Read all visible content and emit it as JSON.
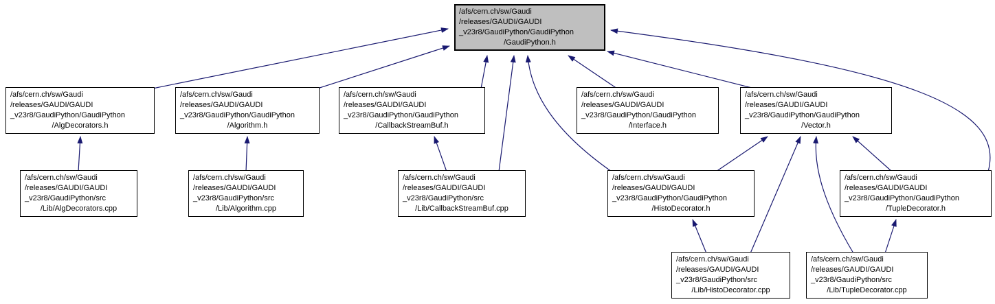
{
  "diagram": {
    "title": "include dependency graph for GaudiPython.h",
    "type": "doxygen-included-by-graph",
    "colors": {
      "edge": "#191970",
      "highlight_node_fill": "#bfbfbf",
      "node_fill": "#ffffff",
      "node_border": "#000000",
      "text": "#000000",
      "background": "#ffffff"
    },
    "nodes": {
      "gaudipython_h": {
        "path_prefix": "/afs/cern.ch/sw/Gaudi\n/releases/GAUDI/GAUDI\n_v23r8/GaudiPython/GaudiPython",
        "file": "/GaudiPython.h",
        "highlighted": true
      },
      "algdecorators_h": {
        "path_prefix": "/afs/cern.ch/sw/Gaudi\n/releases/GAUDI/GAUDI\n_v23r8/GaudiPython/GaudiPython",
        "file": "/AlgDecorators.h",
        "highlighted": false
      },
      "algorithm_h": {
        "path_prefix": "/afs/cern.ch/sw/Gaudi\n/releases/GAUDI/GAUDI\n_v23r8/GaudiPython/GaudiPython",
        "file": "/Algorithm.h",
        "highlighted": false
      },
      "callbackstreambuf_h": {
        "path_prefix": "/afs/cern.ch/sw/Gaudi\n/releases/GAUDI/GAUDI\n_v23r8/GaudiPython/GaudiPython",
        "file": "/CallbackStreamBuf.h",
        "highlighted": false
      },
      "interface_h": {
        "path_prefix": "/afs/cern.ch/sw/Gaudi\n/releases/GAUDI/GAUDI\n_v23r8/GaudiPython/GaudiPython",
        "file": "/Interface.h",
        "highlighted": false
      },
      "vector_h": {
        "path_prefix": "/afs/cern.ch/sw/Gaudi\n/releases/GAUDI/GAUDI\n_v23r8/GaudiPython/GaudiPython",
        "file": "/Vector.h",
        "highlighted": false
      },
      "algdecorators_cpp": {
        "path_prefix": "/afs/cern.ch/sw/Gaudi\n/releases/GAUDI/GAUDI\n_v23r8/GaudiPython/src",
        "file": "/Lib/AlgDecorators.cpp",
        "highlighted": false
      },
      "algorithm_cpp": {
        "path_prefix": "/afs/cern.ch/sw/Gaudi\n/releases/GAUDI/GAUDI\n_v23r8/GaudiPython/src",
        "file": "/Lib/Algorithm.cpp",
        "highlighted": false
      },
      "callbackstreambuf_cpp": {
        "path_prefix": "/afs/cern.ch/sw/Gaudi\n/releases/GAUDI/GAUDI\n_v23r8/GaudiPython/src",
        "file": "/Lib/CallbackStreamBuf.cpp",
        "highlighted": false
      },
      "histodecorator_h": {
        "path_prefix": "/afs/cern.ch/sw/Gaudi\n/releases/GAUDI/GAUDI\n_v23r8/GaudiPython/GaudiPython",
        "file": "/HistoDecorator.h",
        "highlighted": false
      },
      "tupledecorator_h": {
        "path_prefix": "/afs/cern.ch/sw/Gaudi\n/releases/GAUDI/GAUDI\n_v23r8/GaudiPython/GaudiPython",
        "file": "/TupleDecorator.h",
        "highlighted": false
      },
      "histodecorator_cpp": {
        "path_prefix": "/afs/cern.ch/sw/Gaudi\n/releases/GAUDI/GAUDI\n_v23r8/GaudiPython/src",
        "file": "/Lib/HistoDecorator.cpp",
        "highlighted": false
      },
      "tupledecorator_cpp": {
        "path_prefix": "/afs/cern.ch/sw/Gaudi\n/releases/GAUDI/GAUDI\n_v23r8/GaudiPython/src",
        "file": "/Lib/TupleDecorator.cpp",
        "highlighted": false
      }
    },
    "edges": [
      {
        "from": "algdecorators_h",
        "to": "gaudipython_h"
      },
      {
        "from": "algorithm_h",
        "to": "gaudipython_h"
      },
      {
        "from": "callbackstreambuf_h",
        "to": "gaudipython_h"
      },
      {
        "from": "interface_h",
        "to": "gaudipython_h"
      },
      {
        "from": "vector_h",
        "to": "gaudipython_h"
      },
      {
        "from": "callbackstreambuf_cpp",
        "to": "gaudipython_h"
      },
      {
        "from": "histodecorator_h",
        "to": "gaudipython_h"
      },
      {
        "from": "tupledecorator_h",
        "to": "gaudipython_h"
      },
      {
        "from": "algdecorators_cpp",
        "to": "algdecorators_h"
      },
      {
        "from": "algorithm_cpp",
        "to": "algorithm_h"
      },
      {
        "from": "callbackstreambuf_cpp",
        "to": "callbackstreambuf_h"
      },
      {
        "from": "histodecorator_h",
        "to": "vector_h"
      },
      {
        "from": "tupledecorator_h",
        "to": "vector_h"
      },
      {
        "from": "histodecorator_cpp",
        "to": "histodecorator_h"
      },
      {
        "from": "histodecorator_cpp",
        "to": "vector_h"
      },
      {
        "from": "tupledecorator_cpp",
        "to": "tupledecorator_h"
      },
      {
        "from": "tupledecorator_cpp",
        "to": "vector_h"
      }
    ]
  }
}
